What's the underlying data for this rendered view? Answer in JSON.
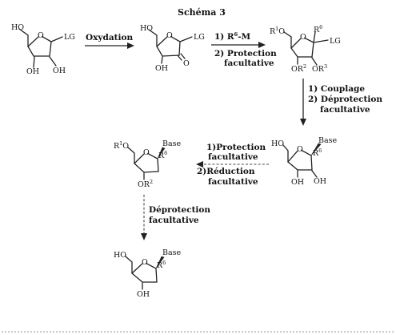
{
  "title": "Schéma 3",
  "molecules": {
    "m1": {
      "substituents": {
        "oh5": "HO",
        "lg": "LG",
        "oh3": "OH",
        "oh2": "OH"
      }
    },
    "m2": {
      "substituents": {
        "oh5": "HO",
        "lg": "LG",
        "oh3": "OH",
        "ketone": "O"
      }
    },
    "m3": {
      "substituents": {
        "r1": "R",
        "r1_sup": "1",
        "r1_o": "O",
        "r6": "R",
        "r6_sup": "6",
        "lg": "LG",
        "or2": "OR",
        "or2_sup": "2",
        "or3": "OR",
        "or3_sup": "3"
      }
    },
    "m4": {
      "substituents": {
        "oh5": "HO",
        "base": "Base",
        "r6": "R",
        "r6_sup": "6",
        "oh3": "OH",
        "oh2": "OH"
      }
    },
    "m5": {
      "substituents": {
        "r1": "R",
        "r1_sup": "1",
        "r1_o": "O",
        "base": "Base",
        "r6": "R",
        "r6_sup": "6",
        "or2": "OR",
        "or2_sup": "2"
      }
    },
    "m6": {
      "substituents": {
        "oh5": "HO",
        "base": "Base",
        "r6": "R",
        "r6_sup": "6",
        "oh3": "OH"
      }
    }
  },
  "steps": {
    "s1": {
      "line1": "Oxydation"
    },
    "s2": {
      "line1": "1) R",
      "line1_sup": "6",
      "line1_end": "-M",
      "line2": "2) Protection",
      "line3": "facultative"
    },
    "s3": {
      "line1": "1) Couplage",
      "line2": "2) Déprotection",
      "line3": "facultative"
    },
    "s4": {
      "line1": "1)Protection",
      "line2": "facultative",
      "line3": "2)Réduction",
      "line4": "facultative"
    },
    "s5": {
      "line1": "Déprotection",
      "line2": "facultative"
    }
  }
}
